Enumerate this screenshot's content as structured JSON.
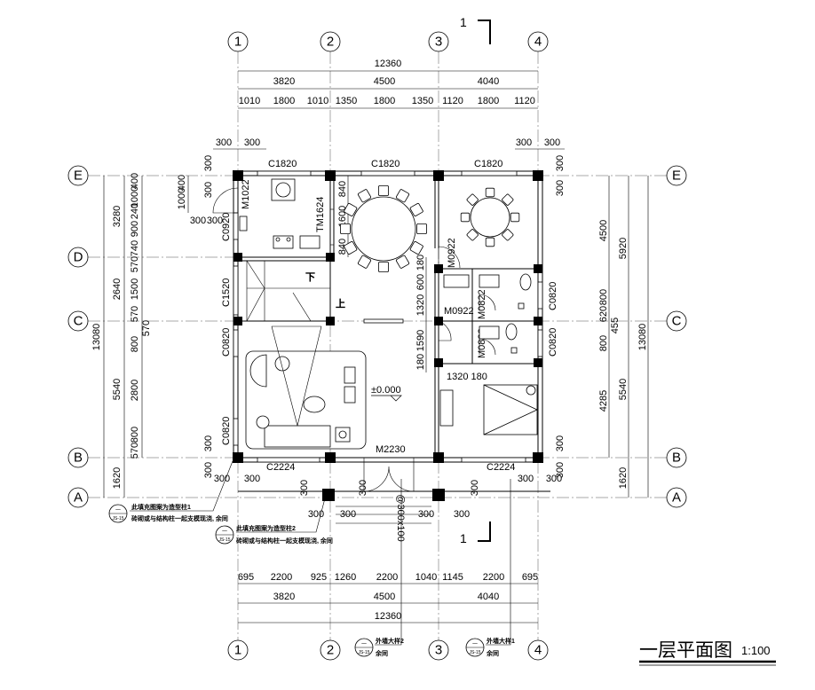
{
  "title": {
    "text": "一层平面图",
    "scale": "1:100"
  },
  "axes": {
    "cols": [
      "1",
      "2",
      "3",
      "4"
    ],
    "rows": [
      "E",
      "D",
      "C",
      "B",
      "A"
    ]
  },
  "section_mark": "1",
  "dims_top": {
    "total": "12360",
    "bays": [
      "3820",
      "4500",
      "4040"
    ],
    "sub": [
      "1010",
      "1800",
      "1010",
      "1350",
      "1800",
      "1350",
      "1120",
      "1800",
      "1120"
    ],
    "corner": [
      "300",
      "300",
      "300",
      "300"
    ]
  },
  "dims_bottom": {
    "sub": [
      "695",
      "2200",
      "925",
      "1260",
      "2200",
      "1040",
      "1145",
      "2200",
      "695"
    ],
    "bays": [
      "3820",
      "4500",
      "4040"
    ],
    "total": "12360"
  },
  "dims_left": {
    "total": "13080",
    "mid": [
      "3280",
      "2640",
      "5540",
      "1620"
    ],
    "inner": [
      "400",
      "1000",
      "240",
      "900",
      "740",
      "570",
      "1500",
      "570",
      "570",
      "800",
      "2800",
      "800",
      "570"
    ],
    "kitchen": [
      "400",
      "1000"
    ],
    "corner": [
      "300",
      "300",
      "300",
      "300",
      "300",
      "300"
    ]
  },
  "dims_right": {
    "inner": [
      "4500",
      "800",
      "620",
      "455",
      "800",
      "4285"
    ],
    "mid": [
      "5920",
      "5540",
      "1620"
    ],
    "total": "13080",
    "corner": [
      "300",
      "300",
      "300",
      "300"
    ]
  },
  "windows": {
    "c1820": "C1820",
    "c1520": "C1520",
    "c0820": "C0820",
    "c0920": "C0920",
    "c2224": "C2224"
  },
  "doors": {
    "m1022": "M1022",
    "tm1624": "TM1624",
    "m0922": "M0922",
    "m0822": "M0822",
    "m2230": "M2230"
  },
  "interior_dims": {
    "d840": "840",
    "d1600": "1600",
    "d180": "180",
    "d600": "600",
    "d1320": "1320",
    "d1590": "1590",
    "d1320_180": "1320 180"
  },
  "entrance": {
    "step": "@300x100",
    "d300": "300"
  },
  "stairs": {
    "down": "下",
    "up": "上"
  },
  "level": "±0.000",
  "notes": {
    "n1_line1": "此填充图案为造型柱1",
    "n1_line2": "砖砌或与结构柱一起支模现浇, 余同",
    "n2_line1": "此填充图案为造型柱2",
    "n2_line2": "砖砌或与结构柱一起支模现浇, 余同",
    "wall2_line1": "外墙大样2",
    "wall2_line2": "余同",
    "wall1_line1": "外墙大样1",
    "wall1_line2": "余同",
    "sym_top": "一",
    "sym_bottom": "JS-15"
  }
}
